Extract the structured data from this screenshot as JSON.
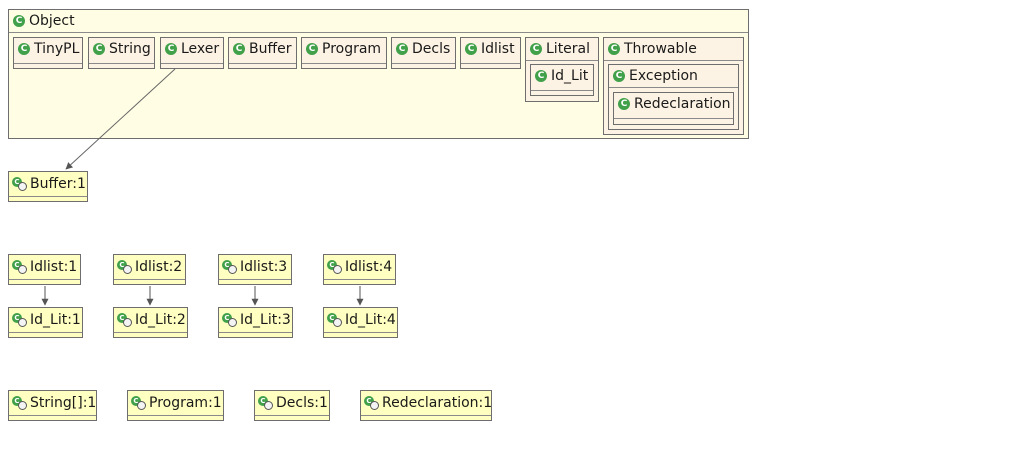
{
  "classes": {
    "object": "Object",
    "tinypl": "TinyPL",
    "string": "String",
    "lexer": "Lexer",
    "buffer": "Buffer",
    "program": "Program",
    "decls": "Decls",
    "idlist": "Idlist",
    "literal": "Literal",
    "id_lit": "Id_Lit",
    "throwable": "Throwable",
    "exception": "Exception",
    "redeclaration": "Redeclaration"
  },
  "instances": {
    "buffer1": "Buffer:1",
    "idlist1": "Idlist:1",
    "idlist2": "Idlist:2",
    "idlist3": "Idlist:3",
    "idlist4": "Idlist:4",
    "idlit1": "Id_Lit:1",
    "idlit2": "Id_Lit:2",
    "idlit3": "Id_Lit:3",
    "idlit4": "Id_Lit:4",
    "stringarr1": "String[]:1",
    "program1": "Program:1",
    "decls1": "Decls:1",
    "redeclaration1": "Redeclaration:1"
  },
  "icons": {
    "class_icon": "class-icon",
    "object_icon": "object-icon",
    "class_glyph": "C"
  },
  "colors": {
    "class_fill": "#fdf3e4",
    "root_fill": "#fffde4",
    "object_fill": "#ffffc2",
    "icon_green": "#41a04a",
    "border": "#6e6e6e"
  }
}
